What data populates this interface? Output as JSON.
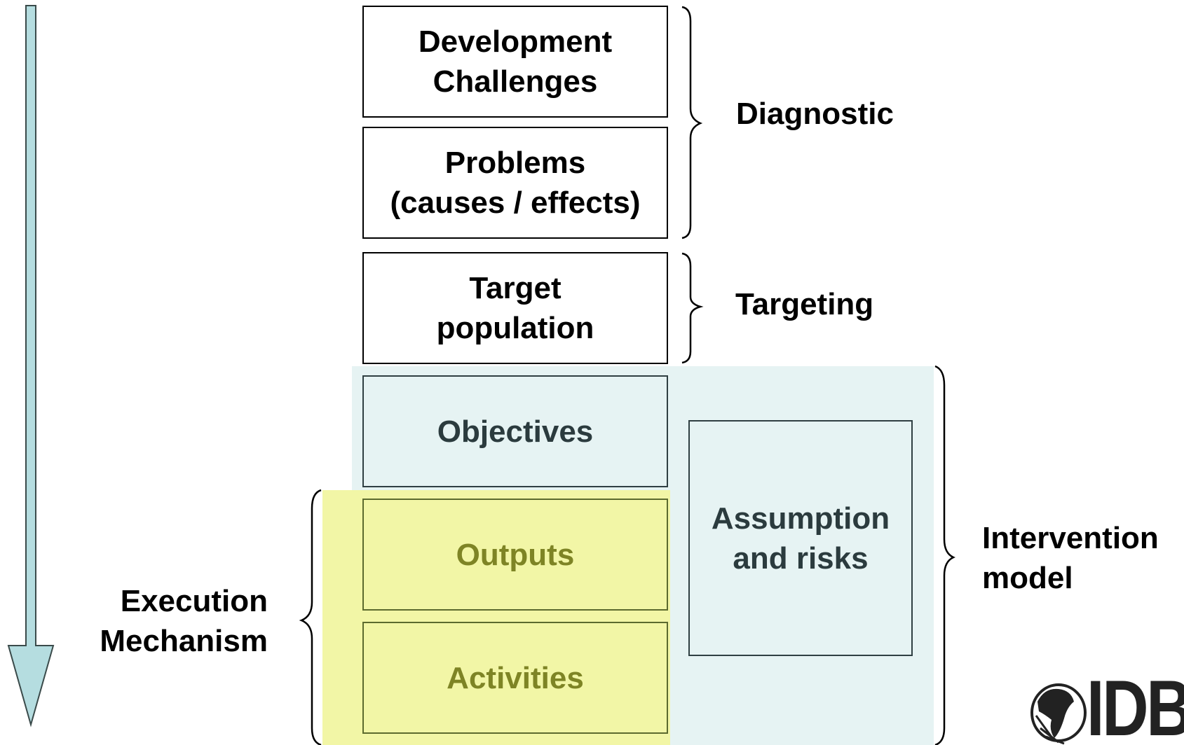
{
  "colors": {
    "intervention_band": "#e6f3f3",
    "execution_band": "#f2f6a6",
    "arrow_fill": "#b5dde0",
    "arrow_stroke": "#3a4a4a",
    "shaded_text": "#2b3b3e",
    "yellow_text": "#7e8425"
  },
  "boxes": {
    "development_challenges": "Development\nChallenges",
    "problems": "Problems\n(causes / effects)",
    "target_population": "Target\npopulation",
    "objectives": "Objectives",
    "outputs": "Outputs",
    "activities": "Activities",
    "assumptions": "Assumption\nand risks"
  },
  "labels": {
    "diagnostic": "Diagnostic",
    "targeting": "Targeting",
    "intervention_model": "Intervention\nmodel",
    "execution_mechanism": "Execution\nMechanism"
  },
  "logo": {
    "text": "IDB",
    "icon": "globe-icon"
  }
}
